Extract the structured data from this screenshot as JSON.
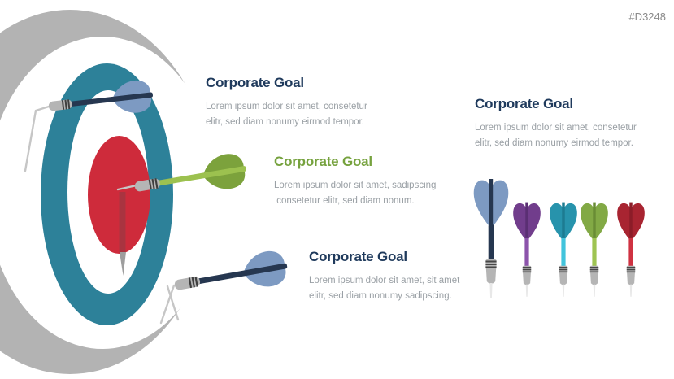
{
  "slide": {
    "id_label": "#D3248",
    "background": "#ffffff"
  },
  "goals": [
    {
      "title": "Corporate Goal",
      "title_color": "#1f3a5c",
      "body": "Lorem ipsum dolor sit amet, consetetur\nelitr, sed diam nonumy eirmod tempor."
    },
    {
      "title": "Corporate Goal",
      "title_color": "#76a23e",
      "body": "Lorem ipsum dolor sit amet, sadipscing\n consetetur elitr, sed diam nonum."
    },
    {
      "title": "Corporate Goal",
      "title_color": "#1f3a5c",
      "body": "Lorem ipsum dolor sit amet, sit amet\nelitr, sed diam nonumy sadipscing."
    },
    {
      "title": "Corporate Goal",
      "title_color": "#1f3a5c",
      "body": "Lorem ipsum dolor sit amet, consetetur\nelitr, sed diam nonumy eirmod tempor."
    }
  ],
  "palette": {
    "board_outer_gray": "#b3b3b3",
    "board_teal_ring": "#2d8199",
    "board_bullseye_red": "#ce2b3b",
    "dart_navy_shaft": "#263750",
    "dart_steelblue_flight": "#7d9ac2",
    "dart_green_shaft": "#9cc14f",
    "dart_green_flight": "#7ca23c",
    "barrel_gray": "#b5b5b5",
    "shadow_dark_red": "#a93440"
  },
  "darts_row": [
    {
      "name": "navy-dart",
      "flight": "#7d9ac2",
      "center": "#263750",
      "shaft": "#263750",
      "size": "large"
    },
    {
      "name": "purple-dart",
      "flight": "#713d8c",
      "center": "#5a2f73",
      "shaft": "#8c54ab",
      "size": "small"
    },
    {
      "name": "teal-dart",
      "flight": "#2793ac",
      "center": "#1d7b91",
      "shaft": "#42c4dc",
      "size": "small"
    },
    {
      "name": "green-dart",
      "flight": "#82a945",
      "center": "#698c35",
      "shaft": "#9ec452",
      "size": "small"
    },
    {
      "name": "red-dart",
      "flight": "#a82431",
      "center": "#8c1c28",
      "shaft": "#cf3241",
      "size": "small"
    }
  ]
}
